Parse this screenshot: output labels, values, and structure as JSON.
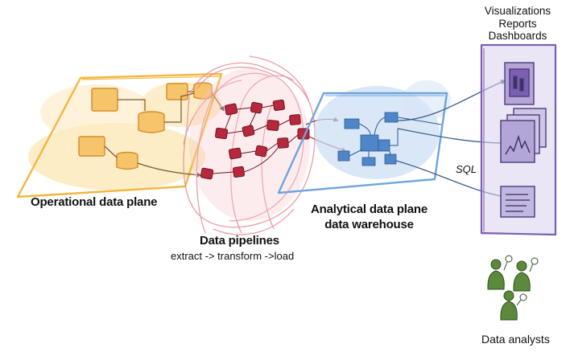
{
  "operational_plane": {
    "label": "Operational data plane",
    "color": "#f2b63d"
  },
  "data_pipelines": {
    "label": "Data pipelines",
    "sublabel": "extract -> transform ->load",
    "color": "#c9354a"
  },
  "analytical_plane": {
    "label_line1": "Analytical data plane",
    "label_line2": "data warehouse",
    "color": "#6ea4dc"
  },
  "query_language": {
    "label": "SQL"
  },
  "consumers": {
    "items": [
      "Visualizations",
      "Reports",
      "Dashboards"
    ],
    "color": "#7a5fb3"
  },
  "analysts": {
    "label": "Data analysts",
    "color": "#5b8a3c"
  }
}
